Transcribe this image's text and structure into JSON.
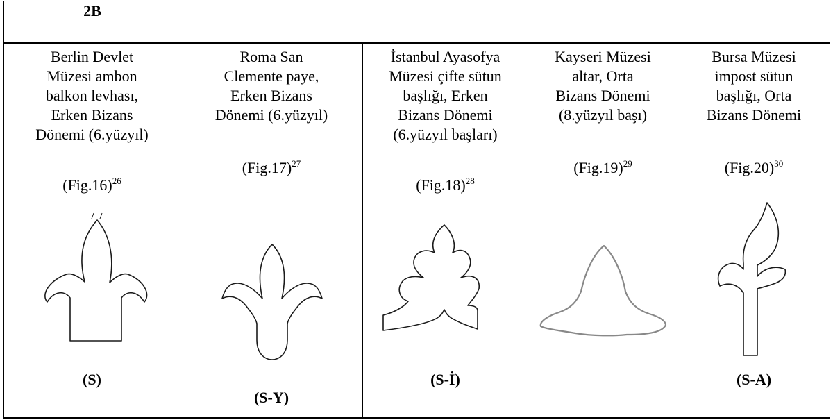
{
  "table": {
    "header_label": "2B",
    "columns": [
      {
        "description_lines": [
          "Berlin Devlet",
          "Müzesi ambon",
          "balkon levhası,",
          "Erken Bizans",
          "Dönemi (6.yüzyıl)"
        ],
        "figure_ref": "(Fig.16)",
        "footnote": "26",
        "code": "(S)",
        "shape_icon": "trefoil-palmette-flared-icon"
      },
      {
        "description_lines": [
          "Roma San",
          "Clemente paye,",
          "Erken Bizans",
          "Dönemi (6.yüzyıl)"
        ],
        "figure_ref": "(Fig.17)",
        "footnote": "27",
        "code": "(S-Y)",
        "shape_icon": "trefoil-palmette-rounded-base-icon"
      },
      {
        "description_lines": [
          "İstanbul Ayasofya",
          "Müzesi çifte sütun",
          "başlığı, Erken",
          "Bizans Dönemi",
          "(6.yüzyıl başları)"
        ],
        "figure_ref": "(Fig.18)",
        "footnote": "28",
        "code": "(S-İ)",
        "shape_icon": "lobed-palmette-wide-base-icon"
      },
      {
        "description_lines": [
          "Kayseri Müzesi",
          "altar, Orta",
          "Bizans Dönemi",
          "(8.yüzyıl başı)"
        ],
        "figure_ref": "(Fig.19)",
        "footnote": "29",
        "code": "",
        "shape_icon": "pointed-bell-leaf-icon"
      },
      {
        "description_lines": [
          "Bursa Müzesi",
          "impost sütun",
          "başlığı, Orta",
          "Bizans Dönemi"
        ],
        "figure_ref": "(Fig.20)",
        "footnote": "30",
        "code": "(S-A)",
        "shape_icon": "sprouting-leaf-stem-icon"
      }
    ]
  }
}
